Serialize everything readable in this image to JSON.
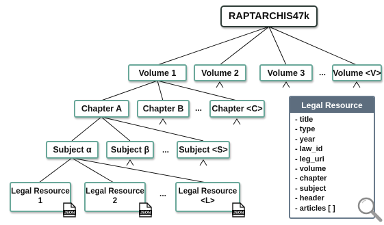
{
  "root": {
    "label": "RAPTARCHIS47k"
  },
  "volumes": [
    {
      "label": "Volume 1"
    },
    {
      "label": "Volume 2"
    },
    {
      "label": "Volume 3"
    },
    {
      "label": "Volume <V>"
    }
  ],
  "chapters": [
    {
      "label": "Chapter A"
    },
    {
      "label": "Chapter B"
    },
    {
      "label": "Chapter <C>"
    }
  ],
  "subjects": [
    {
      "label": "Subject α"
    },
    {
      "label": "Subject β"
    },
    {
      "label": "Subject <S>"
    }
  ],
  "resources": [
    {
      "label": "Legal Resource",
      "index": "1"
    },
    {
      "label": "Legal Resource",
      "index": "2"
    },
    {
      "label": "Legal Resource",
      "index": "<L>"
    }
  ],
  "ellipsis": "...",
  "json_icon_label": "JSON",
  "legal_resource_panel": {
    "title": "Legal Resource",
    "fields": [
      "- title",
      "- type",
      "- year",
      "- law_id",
      "- leg_uri",
      "- volume",
      "- chapter",
      "- subject",
      "- header",
      "- articles [ ]"
    ],
    "icon": "magnifier-icon"
  },
  "colors": {
    "node_border": "#6aa89a",
    "root_border": "#2f3d38",
    "panel_header": "#5d6d7e",
    "panel_border": "#6a7b8c"
  }
}
